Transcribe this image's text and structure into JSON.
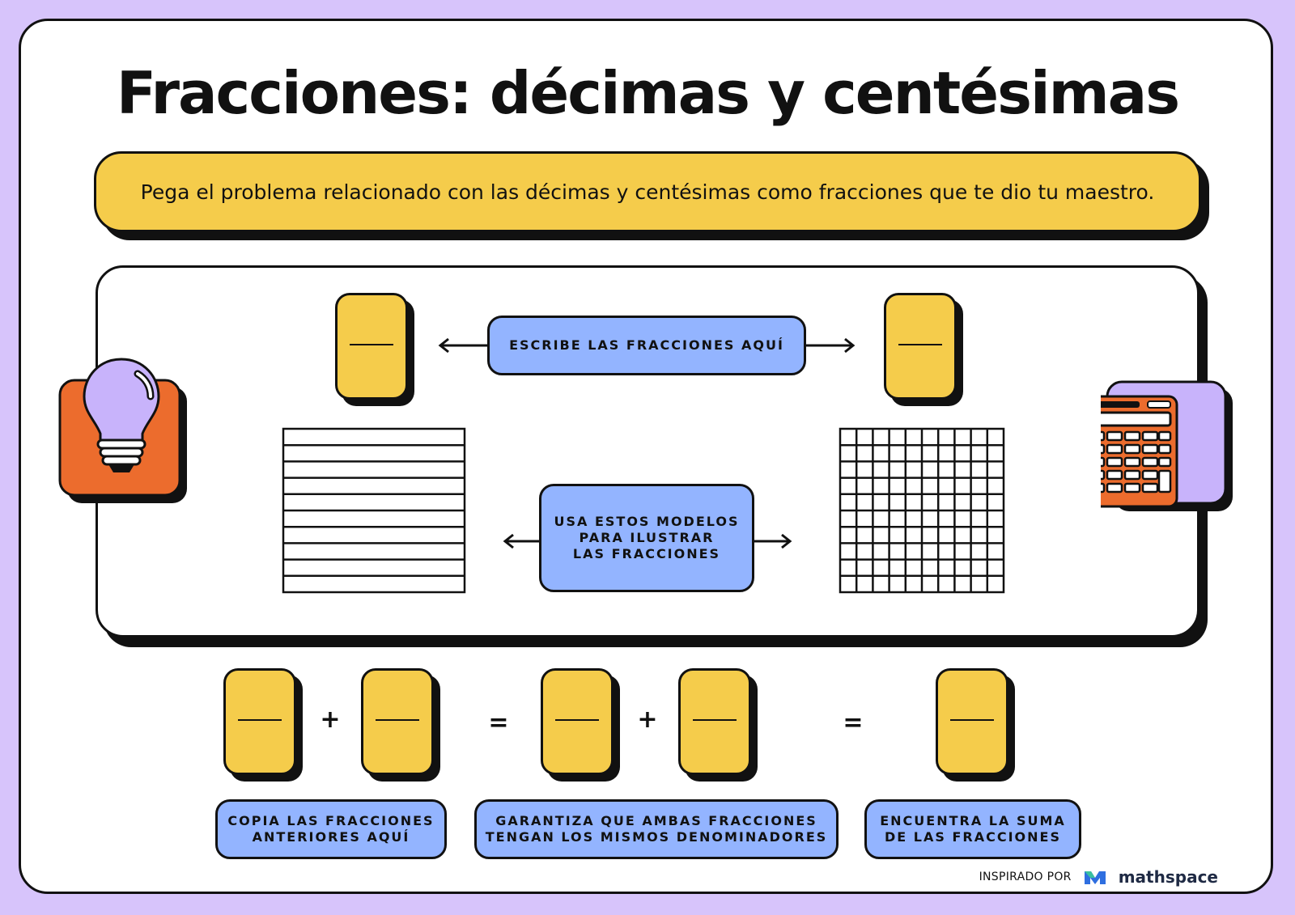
{
  "title": "Fracciones: décimas y centésimas",
  "instruction": "Pega el problema relacionado con las décimas y centésimas como fracciones que te dio tu maestro.",
  "labels": {
    "write_fractions": "ESCRIBE LAS FRACCIONES AQUÍ",
    "use_models": "USA ESTOS MODELOS\nPARA ILUSTRAR\nLAS FRACCIONES",
    "copy_fractions": "COPIA LAS FRACCIONES\nANTERIORES AQUÍ",
    "same_denominators": "GARANTIZA QUE AMBAS FRACCIONES\nTENGAN LOS MISMOS DENOMINADORES",
    "find_sum": "ENCUENTRA LA SUMA\nDE LAS FRACCIONES"
  },
  "operators": {
    "plus": "+",
    "equals": "="
  },
  "models": {
    "tenths_rows": 10,
    "hundredths_rows": 10,
    "hundredths_cols": 10
  },
  "footer": {
    "inspired_by": "INSPIRADO POR",
    "brand": "mathspace"
  },
  "colors": {
    "background": "#d7c4fb",
    "yellow": "#f5cc4b",
    "blue": "#93b4ff",
    "orange": "#ec6c2d",
    "lilac": "#c8b3fb",
    "outline": "#111111"
  },
  "icons": {
    "left": "lightbulb-icon",
    "right": "calculator-icon",
    "brand": "mathspace-logo-icon"
  }
}
